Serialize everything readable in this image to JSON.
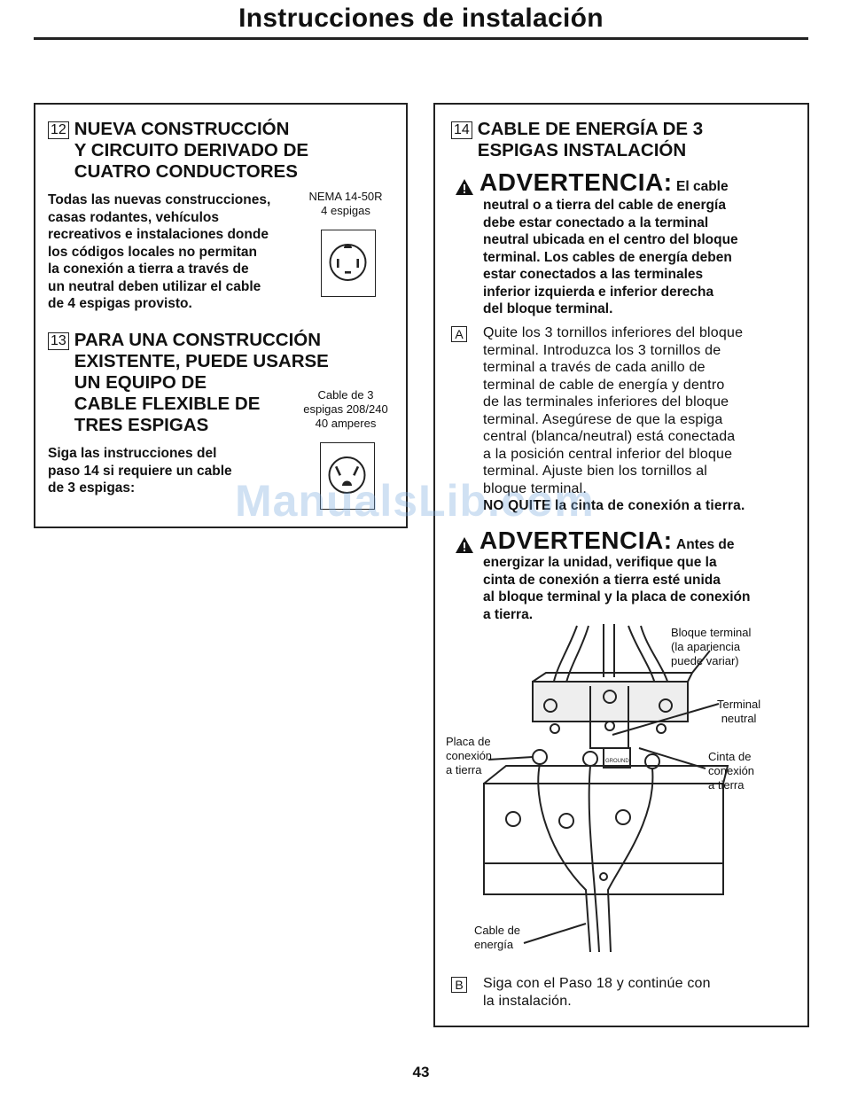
{
  "header": {
    "title": "Instrucciones de instalación"
  },
  "left": {
    "step12": {
      "number": "12",
      "heading": [
        "NUEVA CONSTRUCCIÓN",
        "Y CIRCUITO DERIVADO DE",
        "CUATRO CONDUCTORES"
      ],
      "body": [
        "Todas las nuevas construcciones,",
        "casas rodantes, vehículos",
        "recreativos e instalaciones donde",
        "los códigos locales no permitan",
        "la conexión a tierra a través de",
        "un neutral deben utilizar el cable",
        "de 4 espigas provisto."
      ],
      "outlet_label": [
        "NEMA 14-50R",
        "4 espigas"
      ]
    },
    "step13": {
      "number": "13",
      "heading": [
        "PARA UNA CONSTRUCCIÓN",
        "EXISTENTE, PUEDE USARSE",
        "UN EQUIPO DE",
        "CABLE FLEXIBLE DE",
        "TRES ESPIGAS"
      ],
      "body": [
        "Siga las instrucciones del",
        "paso 14 si requiere un cable",
        "de 3 espigas:"
      ],
      "outlet_label": [
        "Cable de 3",
        "espigas 208/240",
        "40 amperes"
      ]
    }
  },
  "right": {
    "step14": {
      "number": "14",
      "heading": [
        "CABLE DE ENERGÍA DE 3",
        "ESPIGAS INSTALACIÓN"
      ]
    },
    "warning1": {
      "word": "ADVERTENCIA:",
      "lead": "El cable",
      "body": [
        "neutral o a tierra del cable de energía",
        "debe estar conectado a la terminal",
        "neutral ubicada en el centro del bloque",
        "terminal. Los cables de energía deben",
        "estar conectados a las terminales",
        "inferior izquierda e inferior derecha",
        "del bloque terminal."
      ]
    },
    "stepA": {
      "letter": "A",
      "body": [
        "Quite los 3 tornillos inferiores del bloque",
        "terminal. Introduzca los 3 tornillos de",
        "terminal a través de cada anillo de",
        "terminal de cable de energía y dentro",
        "de las terminales inferiores del bloque",
        "terminal. Asegúrese de que la espiga",
        "central (blanca/neutral) está conectada",
        "a la posición central inferior del bloque",
        "terminal. Ajuste bien los tornillos al",
        "bloque terminal."
      ],
      "note": "NO QUITE la cinta de conexión a tierra."
    },
    "warning2": {
      "word": "ADVERTENCIA:",
      "lead": "Antes de",
      "body": [
        "energizar la unidad, verifique que la",
        "cinta de conexión a tierra esté unida",
        "al bloque terminal y la placa de conexión",
        "a tierra."
      ]
    },
    "diagram": {
      "label_block": [
        "Bloque terminal",
        "(la apariencia",
        "puede variar)"
      ],
      "label_neutral": [
        "Terminal",
        "neutral"
      ],
      "label_plate": [
        "Placa de",
        "conexión",
        "a tierra"
      ],
      "label_strap": [
        "Cinta de",
        "conexión",
        "a tierra"
      ],
      "label_cable": [
        "Cable de",
        "energía"
      ],
      "ground_text": "GROUND"
    },
    "stepB": {
      "letter": "B",
      "body": [
        "Siga con el Paso 18 y continúe con",
        "la instalación."
      ]
    }
  },
  "watermark": "ManualsLib.com",
  "page_number": "43"
}
